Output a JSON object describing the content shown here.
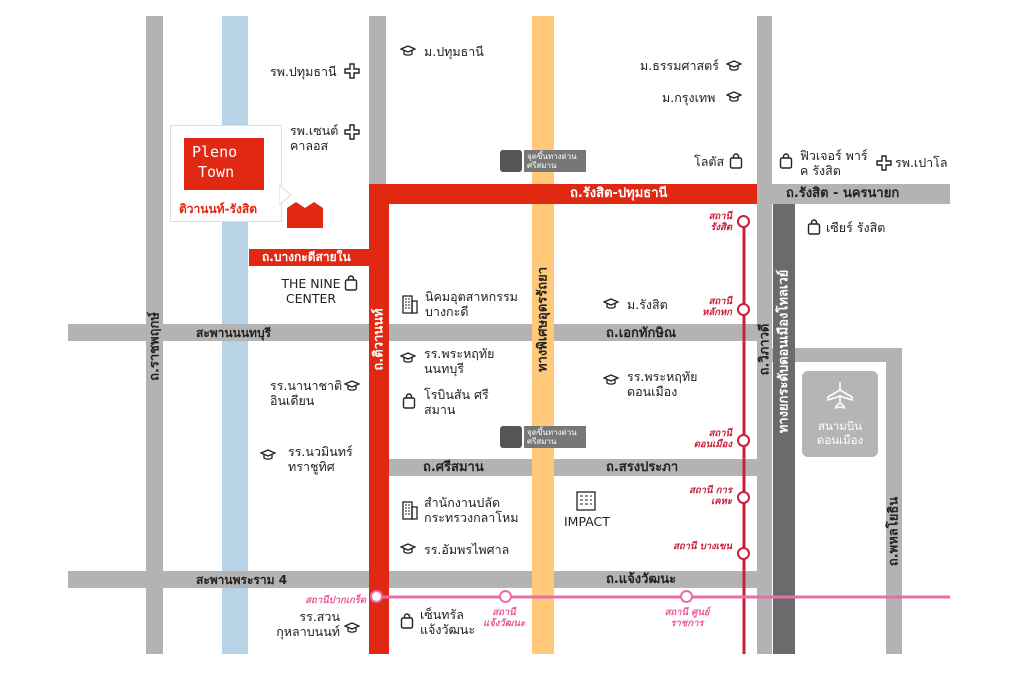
{
  "logo": {
    "line1": "Pleno",
    "line2": "Town",
    "subtitle": "ติวานนท์-รังสิต"
  },
  "colors": {
    "red_road": "#e02812",
    "gray_road": "#b3b3b3",
    "canal": "#b8d3e6",
    "expressway": "#ffc979",
    "red_line": "#c8203a",
    "pink_line": "#e96ea5",
    "tollway": "#6b6b6b"
  },
  "roads": {
    "rangsit_pathum": "ถ.รังสิต-ปทุมธานี",
    "rangsit_nakhon": "ถ.รังสิต - นครนายก",
    "bang_kadi": "ถ.บางกะดีสายใน",
    "ekthakhin": "ถ.เอกทักษิณ",
    "nonthaburi_bridge": "สะพานนนทบุรี",
    "si_saman": "ถ.ศรีสมาน",
    "songprapa": "ถ.สรงประภา",
    "chaeng_watthana": "ถ.แจ้งวัฒนะ",
    "rama4_bridge": "สะพานพระราม 4",
    "ratchaphruek": "ถ.ราชพฤกษ์",
    "tiwanon": "ถ.ติวานนท์",
    "udon_expressway": "ทางพิเศษอุดรรัถยา",
    "vibhavadi": "ถ.วิภาวดี",
    "don_mueang_tollway": "ทางยกระดับดอนเมืองโทลเวย์",
    "phahonyothin": "ถ.พหลโยธิน"
  },
  "expressway_signs": {
    "top": "จุดขึ้นทางด่วน ศรีสมาน",
    "bottom": "จุดขึ้นทางด่วน ศรีสมาน"
  },
  "poi": {
    "hosp_pathum": "รพ.ปทุมธานี",
    "hosp_st_carlos": "รพ.เซนต์ คาลอส",
    "uni_pathum": "ม.ปทุมธานี",
    "uni_thammasat": "ม.ธรรมศาสตร์",
    "uni_bangkok": "ม.กรุงเทพ",
    "lotus": "โลตัส",
    "future_park": "ฟิวเจอร์ พาร์ค รังสิต",
    "hosp_paolo": "รพ.เปาโล",
    "zeer": "เซียร์ รังสิต",
    "nine_center": "THE NINE CENTER",
    "industrial_estate": "นิคมอุตสาหกรรม บางกะดี",
    "uni_rangsit": "ม.รังสิต",
    "school_prarhru_non": "รร.พระหฤทัย นนทบุรี",
    "robinson": "โรบินสัน ศรีสมาน",
    "school_prarhru_don": "รร.พระหฤทัย ดอนเมือง",
    "school_nanachat": "รร.นานาชาติ อินเดียน",
    "school_nawamin": "รร.นวมินทร์ ทราชูทิศ",
    "airport": "สนามบิน ดอนเมือง",
    "audit_office": "สำนักงานปลัด กระทรวงกลาโหม",
    "impact": "IMPACT",
    "school_amphon": "รร.อัมพรไพศาล",
    "central": "เซ็นทรัล แจ้งวัฒนะ",
    "school_suan": "รร.สวน กุหลาบนนท์"
  },
  "stations": {
    "rangsit": "สถานี รังสิต",
    "lak_hok": "สถานี หลักหก",
    "don_mueang": "สถานี ดอนเมือง",
    "kan_kheha": "สถานี การเคหะ",
    "bang_khen": "สถานี บางเขน",
    "pak_kret": "สถานีปากเกร็ด",
    "chaeng_watthana": "สถานี แจ้งวัฒนะ",
    "govt_center": "สถานี ศูนย์ราชการ"
  }
}
